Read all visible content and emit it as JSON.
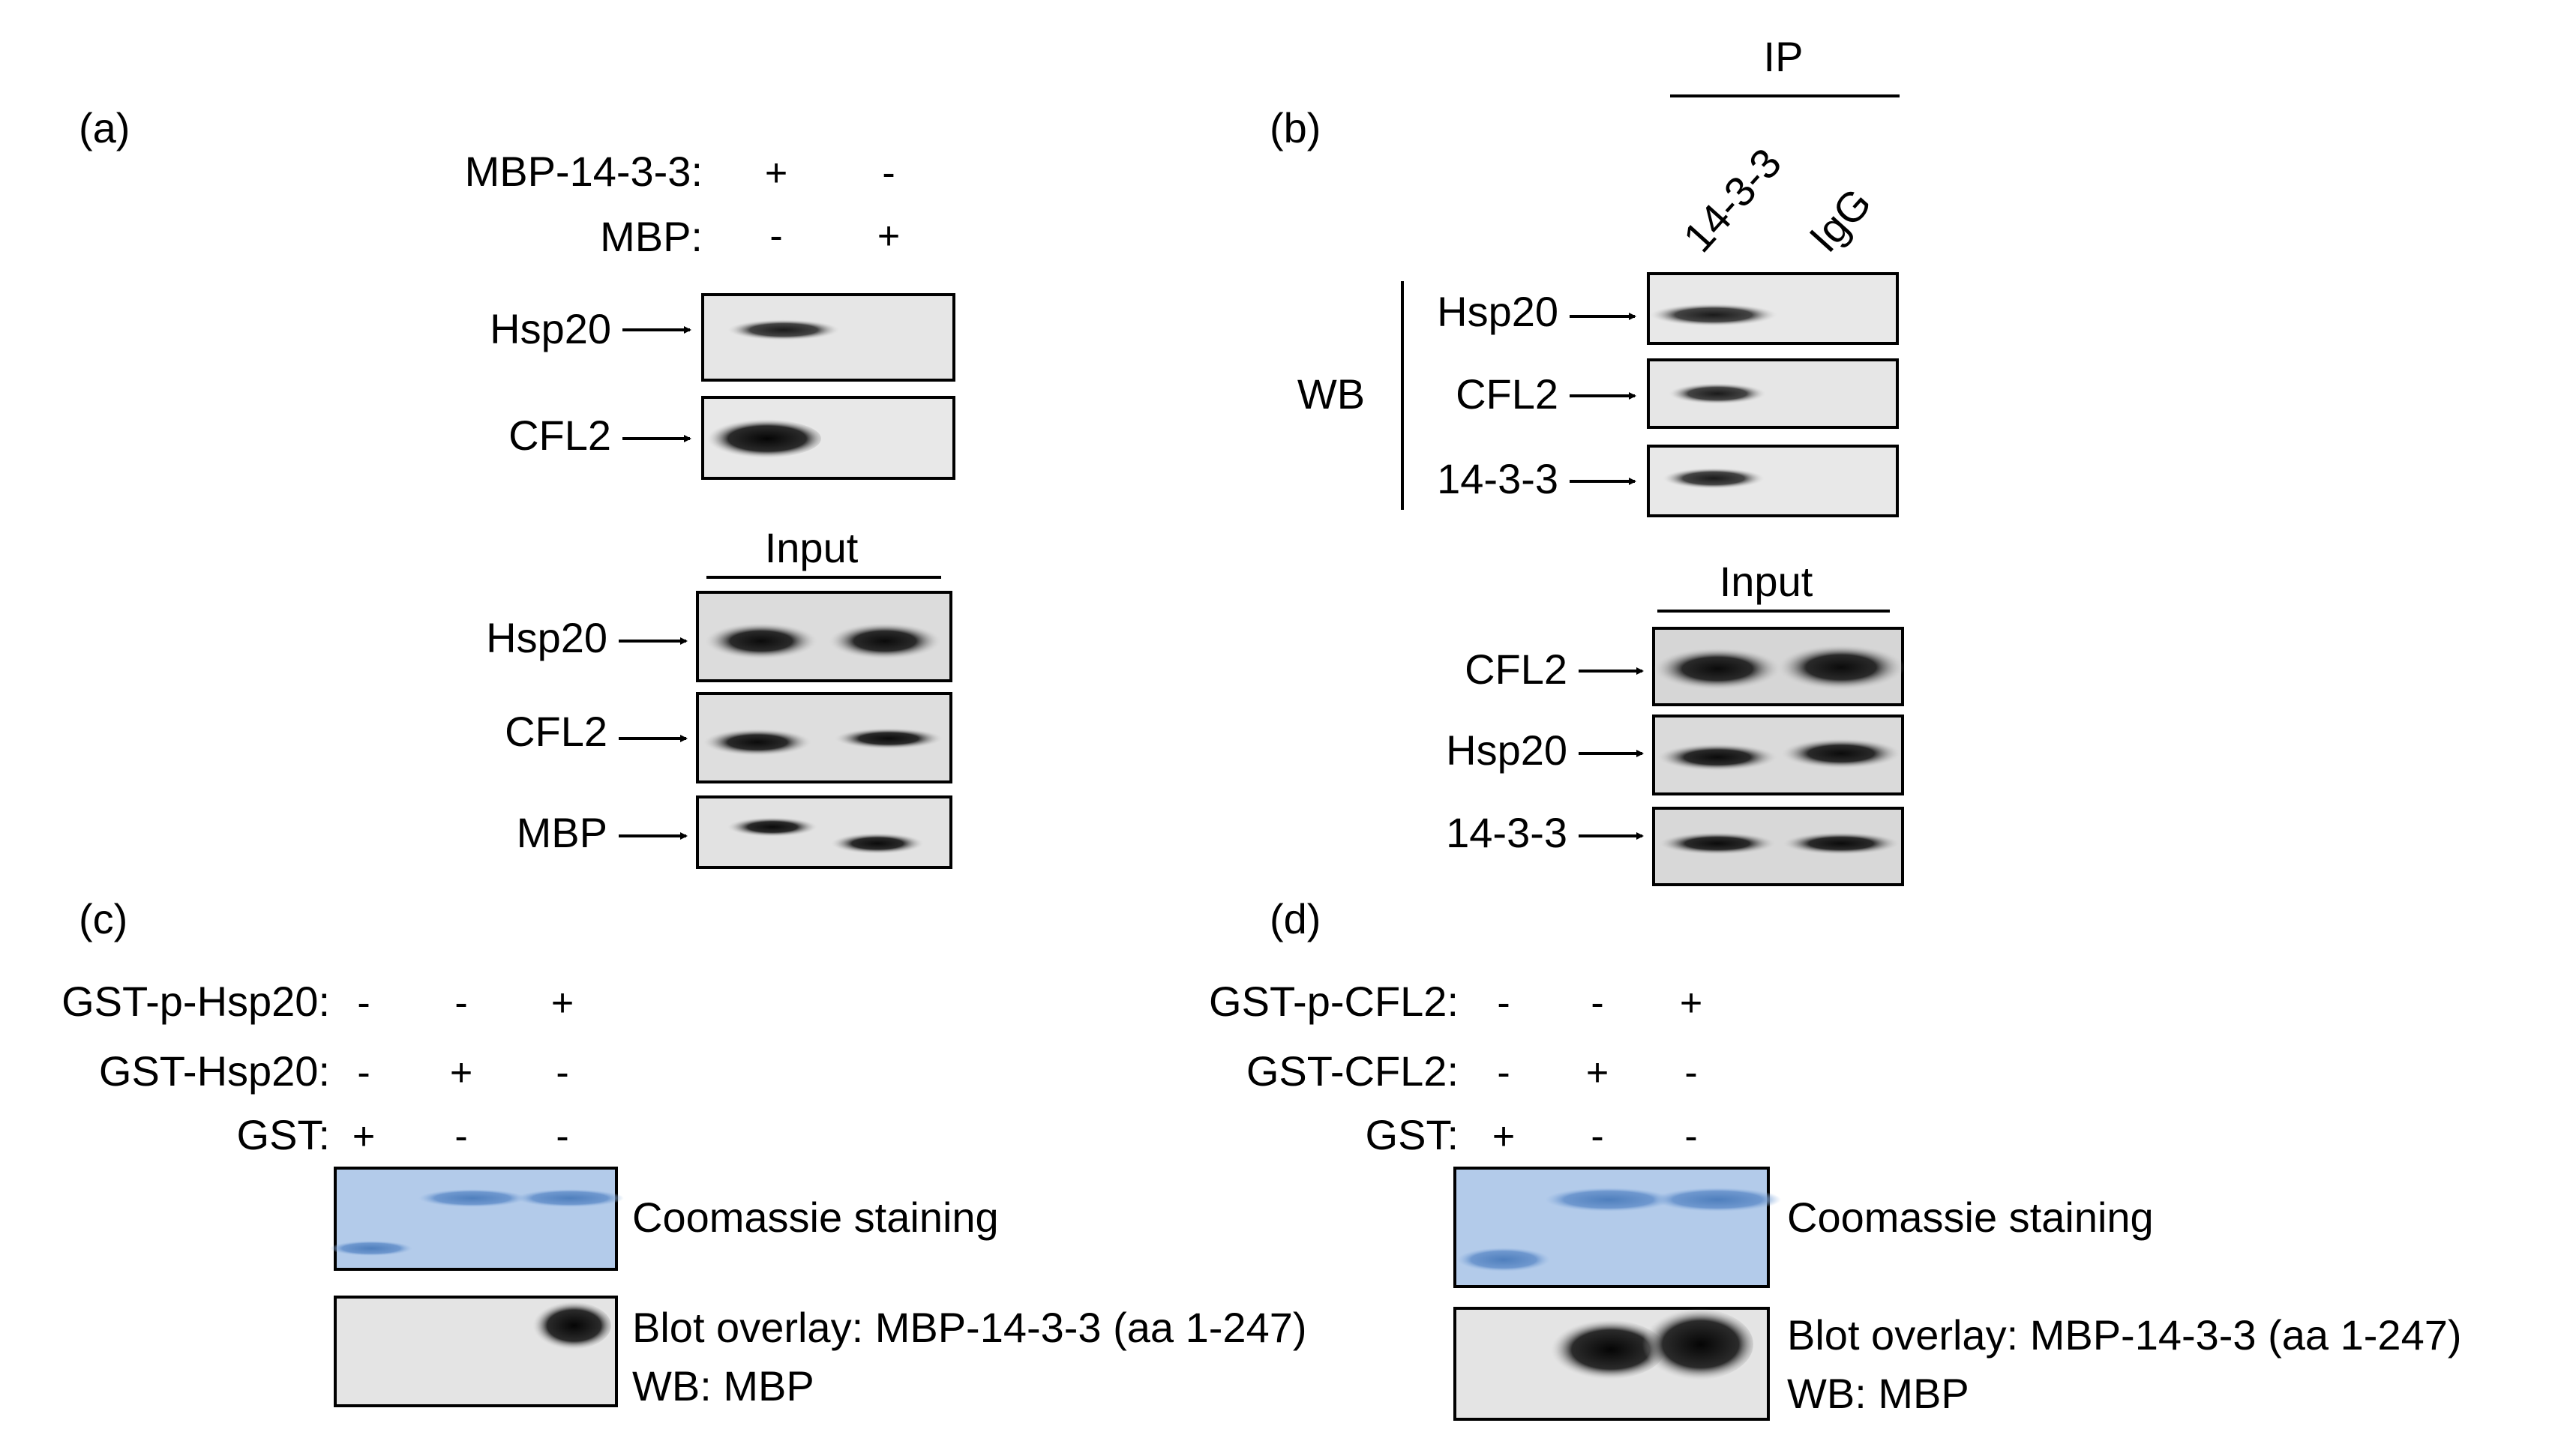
{
  "panel_a": {
    "letter": "(a)",
    "row1_label": "MBP-14-3-3:",
    "row1_signs": [
      "+",
      "-"
    ],
    "row2_label": "MBP:",
    "row2_signs": [
      "-",
      "+"
    ],
    "blot_labels": [
      "Hsp20",
      "CFL2"
    ],
    "input_title": "Input",
    "input_labels": [
      "Hsp20",
      "CFL2",
      "MBP"
    ]
  },
  "panel_b": {
    "letter": "(b)",
    "ip_title": "IP",
    "lane_labels": [
      "14-3-3",
      "IgG"
    ],
    "wb_label": "WB",
    "blot_labels": [
      "Hsp20",
      "CFL2",
      "14-3-3"
    ],
    "input_title": "Input",
    "input_labels": [
      "CFL2",
      "Hsp20",
      "14-3-3"
    ]
  },
  "panel_c": {
    "letter": "(c)",
    "rows": [
      {
        "label": "GST-p-Hsp20:",
        "signs": [
          "-",
          "-",
          "+"
        ]
      },
      {
        "label": "GST-Hsp20:",
        "signs": [
          "-",
          "+",
          "-"
        ]
      },
      {
        "label": "GST:",
        "signs": [
          "+",
          "-",
          "-"
        ]
      }
    ],
    "stain_label": "Coomassie staining",
    "overlay_line1": "Blot overlay:  MBP-14-3-3 (aa 1-247)",
    "overlay_line2": "WB: MBP"
  },
  "panel_d": {
    "letter": "(d)",
    "rows": [
      {
        "label": "GST-p-CFL2:",
        "signs": [
          "-",
          "-",
          "+"
        ]
      },
      {
        "label": "GST-CFL2:",
        "signs": [
          "-",
          "+",
          "-"
        ]
      },
      {
        "label": "GST:",
        "signs": [
          "+",
          "-",
          "-"
        ]
      }
    ],
    "stain_label": "Coomassie staining",
    "overlay_line1": "Blot overlay: MBP-14-3-3 (aa 1-247)",
    "overlay_line2": "WB: MBP"
  }
}
